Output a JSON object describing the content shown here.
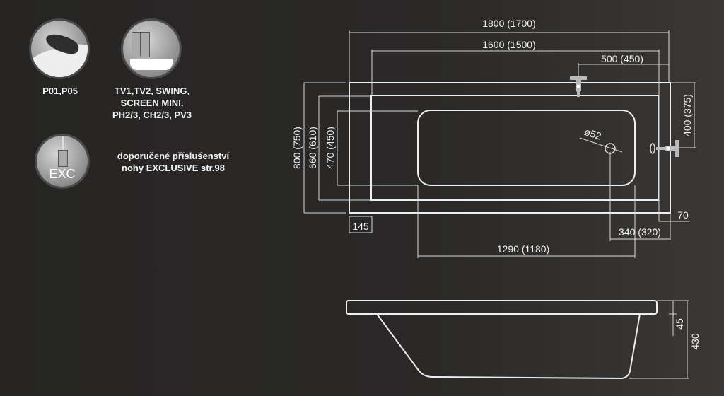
{
  "accessories": [
    {
      "icon": "headrest-icon",
      "label": "P01,P05"
    },
    {
      "icon": "bath-screen-icon",
      "lines": [
        "TV1,TV2, SWING,",
        "SCREEN MINI,",
        "PH2/3, CH2/3, PV3"
      ]
    },
    {
      "icon": "legs-icon",
      "icon_text": "EXC",
      "lines": [
        "doporučené příslušenství",
        "nohy EXCLUSIVE str.98"
      ]
    }
  ],
  "dimensions": {
    "length_outer": "1800 (1700)",
    "length_inner": "1600 (1500)",
    "tap_offset": "500 (450)",
    "width_outer": "800 (750)",
    "width_inner": "660 (610)",
    "width_basin": "470 (450)",
    "rim_left": "145",
    "rim_right": "70",
    "drain_offset": "340 (320)",
    "basin_length": "1290 (1180)",
    "tap_side_offset": "400 (375)",
    "drain_diameter": "ø52",
    "rim_height": "45",
    "total_height": "430"
  }
}
